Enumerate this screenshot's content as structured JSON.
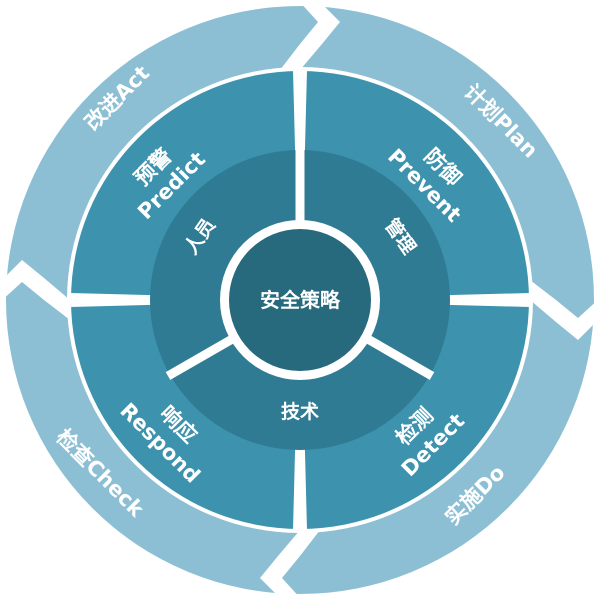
{
  "core": {
    "label": "安全策略"
  },
  "inner_ring": [
    {
      "id": "people",
      "label": "人员"
    },
    {
      "id": "management",
      "label": "管理"
    },
    {
      "id": "technology",
      "label": "技术"
    }
  ],
  "middle_ring": [
    {
      "id": "predict",
      "label_cn": "预警",
      "label_en": "Predict"
    },
    {
      "id": "prevent",
      "label_cn": "防御",
      "label_en": "Prevent"
    },
    {
      "id": "detect",
      "label_cn": "检测",
      "label_en": "Detect"
    },
    {
      "id": "respond",
      "label_cn": "响应",
      "label_en": "Respond"
    }
  ],
  "outer_ring": [
    {
      "id": "act",
      "label": "改进Act"
    },
    {
      "id": "plan",
      "label": "计划Plan"
    },
    {
      "id": "do",
      "label": "实施Do"
    },
    {
      "id": "check",
      "label": "检查Check"
    }
  ],
  "colors": {
    "outer_ring": "#8cbfd3",
    "middle_ring": "#3d93ad",
    "inner_ring": "#2f7b93",
    "core": "#27697d",
    "gap": "#ffffff",
    "text": "#ffffff"
  }
}
